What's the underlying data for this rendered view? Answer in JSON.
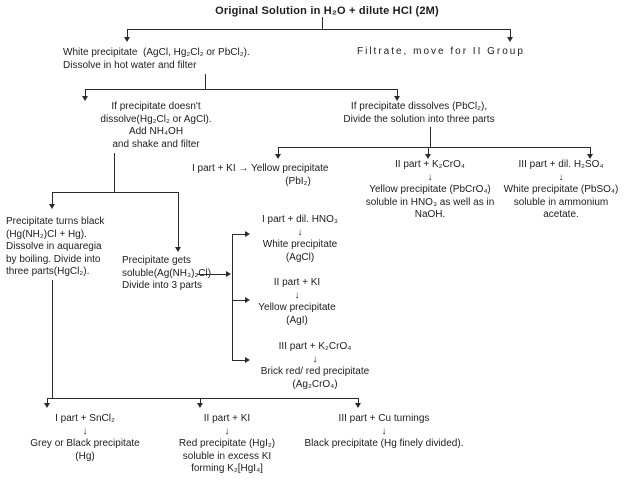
{
  "diagram": {
    "title": "Original Solution in H₂O + dilute HCl (2M)",
    "accent_color": "#2b2b2b",
    "background_color": "#ffffff",
    "nodes": {
      "white_precipitate": "White precipitate  (AgCl, Hg₂Cl₂ or PbCl₂).\nDissolve in hot water and filter",
      "filtrate": "Filtrate, move for II Group",
      "doesnt_dissolve": "If precipitate doesn't\ndissolve(Hg₂Cl₂ or AgCl).\nAdd NH₄OH\nand shake and filter",
      "dissolves": "If precipitate dissolves (PbCl₂),\nDivide the solution into three parts",
      "pb_part1": {
        "reagent_line": "I part + KI → Yellow precipitate",
        "product": "(PbI₂)"
      },
      "pb_part2": "II part + K₂CrO₄\n↓\nYellow precipitate (PbCrO₄)\nsoluble in HNO₃ as well as in\nNaOH.",
      "pb_part3": "III part + dil. H₂SO₄\n↓\nWhite precipitate (PbSO₄)\nsoluble in ammonium\nacetate.",
      "turns_black": "Precipitate turns black\n(Hg(NH₂)Cl + Hg).\nDissolve in aquaregia\nby boiling. Divide into\nthree parts(HgCl₂).",
      "gets_soluble": "Precipitate gets\nsoluble(Ag(NH₃)₂Cl)\nDivide into 3 parts",
      "ag_part1": "I part + dil. HNO₃\n↓\nWhite precipitate\n(AgCl)",
      "ag_part2": "II part + KI\n↓\nYellow precipitate\n(AgI)",
      "ag_part3": "III part + K₂CrO₄\n↓\nBrick red/ red precipitate\n(Ag₂CrO₄)",
      "hg_part1": "I part + SnCl₂\n↓\nGrey or Black precipitate\n(Hg)",
      "hg_part2": "II part + KI\n↓\nRed precipitate (HgI₂)\nsoluble in excess KI\nforming K₂[HgI₄]",
      "hg_part3": "III part + Cu turnings\n↓\nBlack precipitate (Hg finely divided)."
    }
  }
}
